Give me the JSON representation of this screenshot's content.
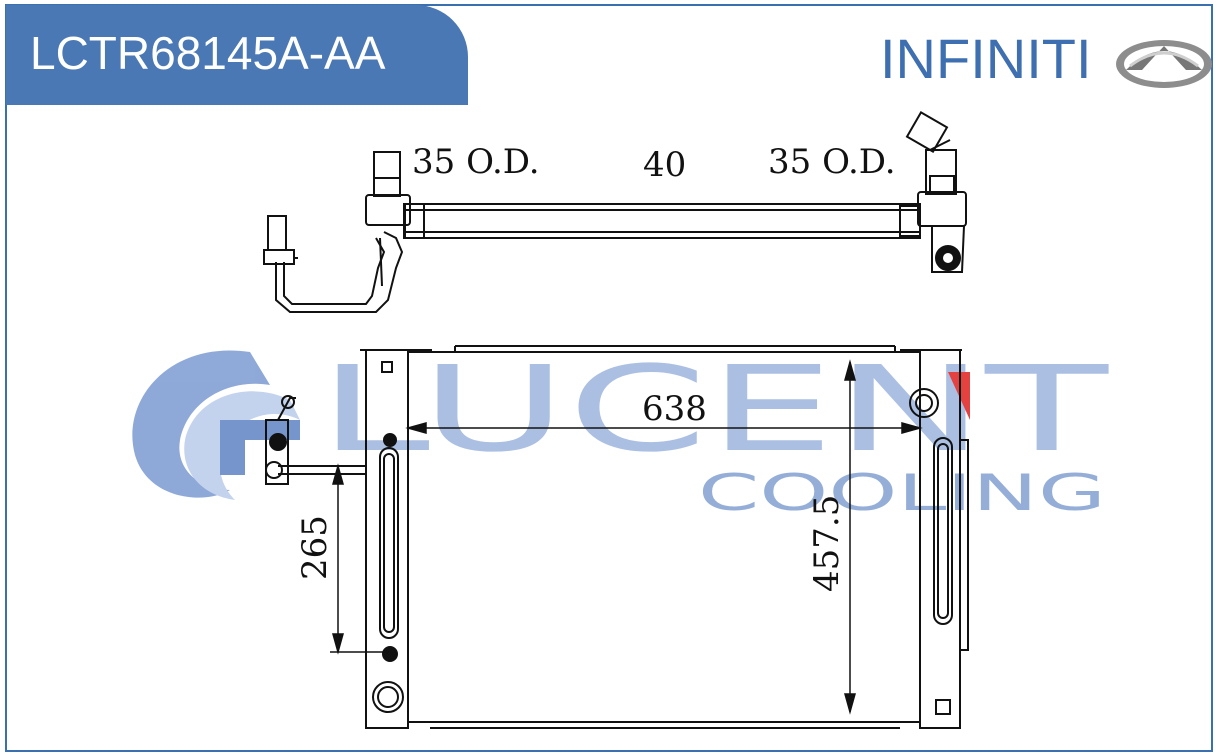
{
  "header": {
    "part_number": "LCTR68145A-AA",
    "brand": "INFINITI"
  },
  "watermark": {
    "name": "LUCENT",
    "subname": "COOLING",
    "color": "#6d8fc9"
  },
  "colors": {
    "frame": "#3a6fb0",
    "tab": "#4a78b4",
    "brand": "#3e6fb0",
    "line": "#111111"
  },
  "dimensions": {
    "inlet_od": "35 O.D.",
    "core_thickness": "40",
    "outlet_od": "35 O.D.",
    "core_width": "638",
    "core_height": "457.5",
    "mount_spacing": "265"
  },
  "icons": [
    "infiniti-logo-icon",
    "lucent-swirl-logo-icon"
  ]
}
